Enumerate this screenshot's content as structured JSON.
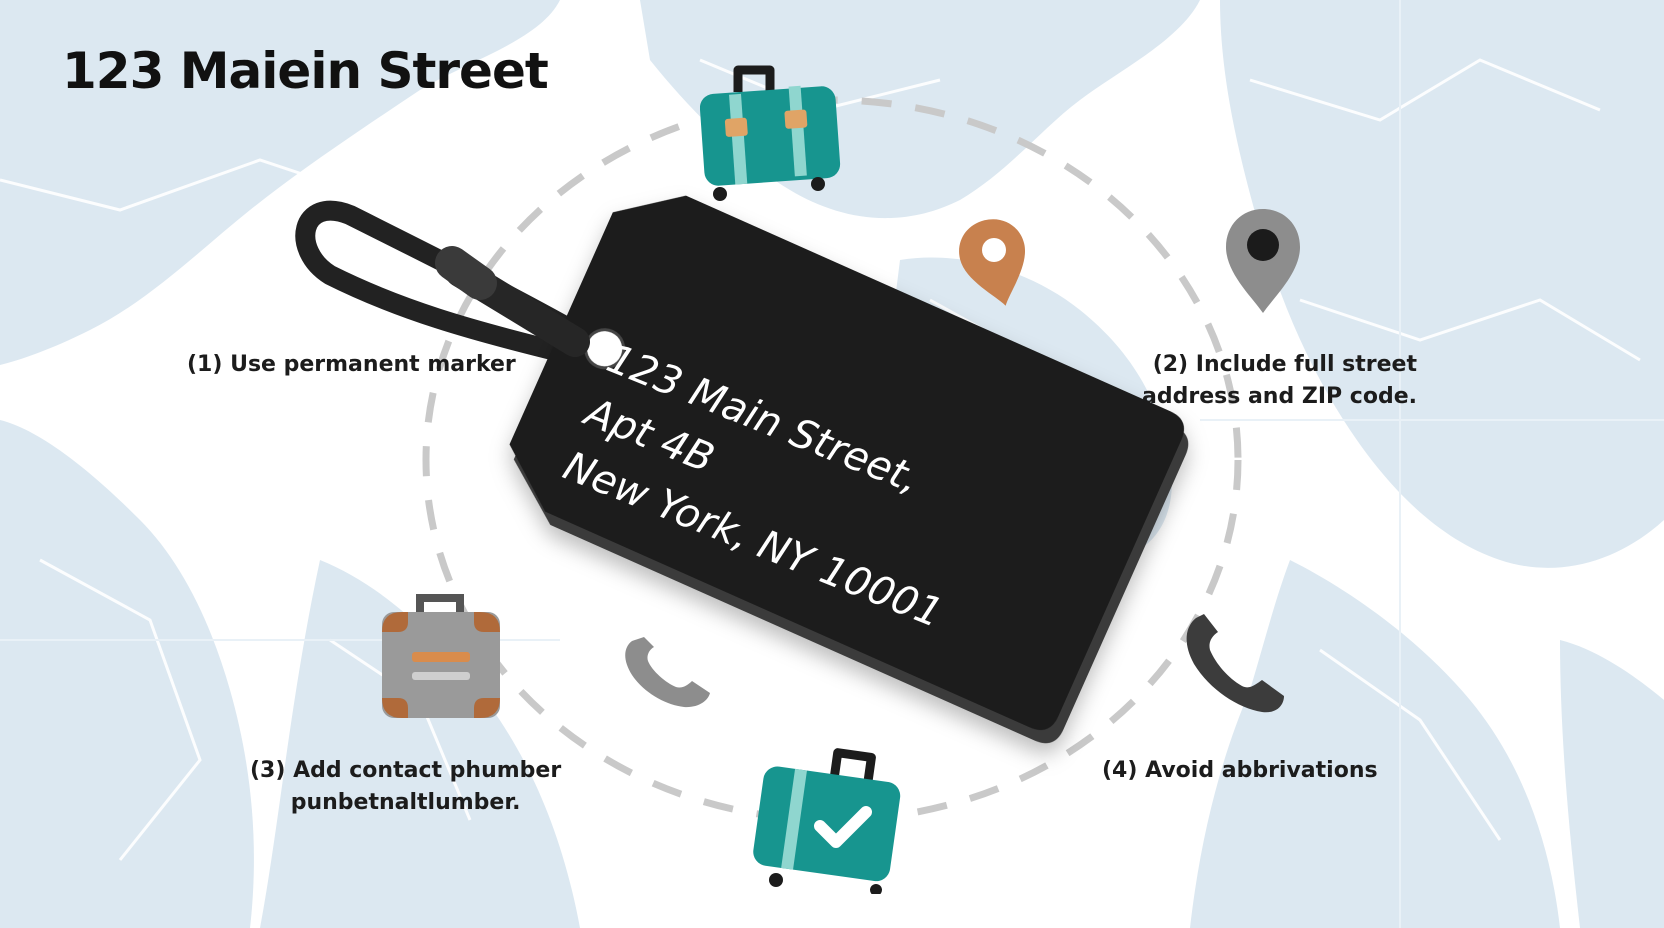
{
  "title": "123 Maiein Street",
  "tips": [
    {
      "lines": [
        "(1) Use permanent marker"
      ]
    },
    {
      "lines": [
        "(2) Include full street",
        "address and ZIP code."
      ]
    },
    {
      "lines": [
        "(3) Add contact phumber",
        "punbetnaltlumber."
      ]
    },
    {
      "lines": [
        "(4) Avoid abbrivations"
      ]
    }
  ],
  "tag": {
    "lines": [
      "123 Main Street,",
      "Apt 4B",
      "New York, NY 10001"
    ]
  },
  "icons": [
    "teal-suitcase-icon",
    "orange-map-pin-icon",
    "gray-map-pin-icon",
    "gray-suitcase-icon",
    "gray-phone-icon",
    "dark-phone-icon",
    "teal-suitcase-check-icon"
  ],
  "colors": {
    "map_land": "#dbe7f0",
    "teal": "#16938f",
    "orange_pin": "#c8814e",
    "tag": "#1e1e1e"
  }
}
